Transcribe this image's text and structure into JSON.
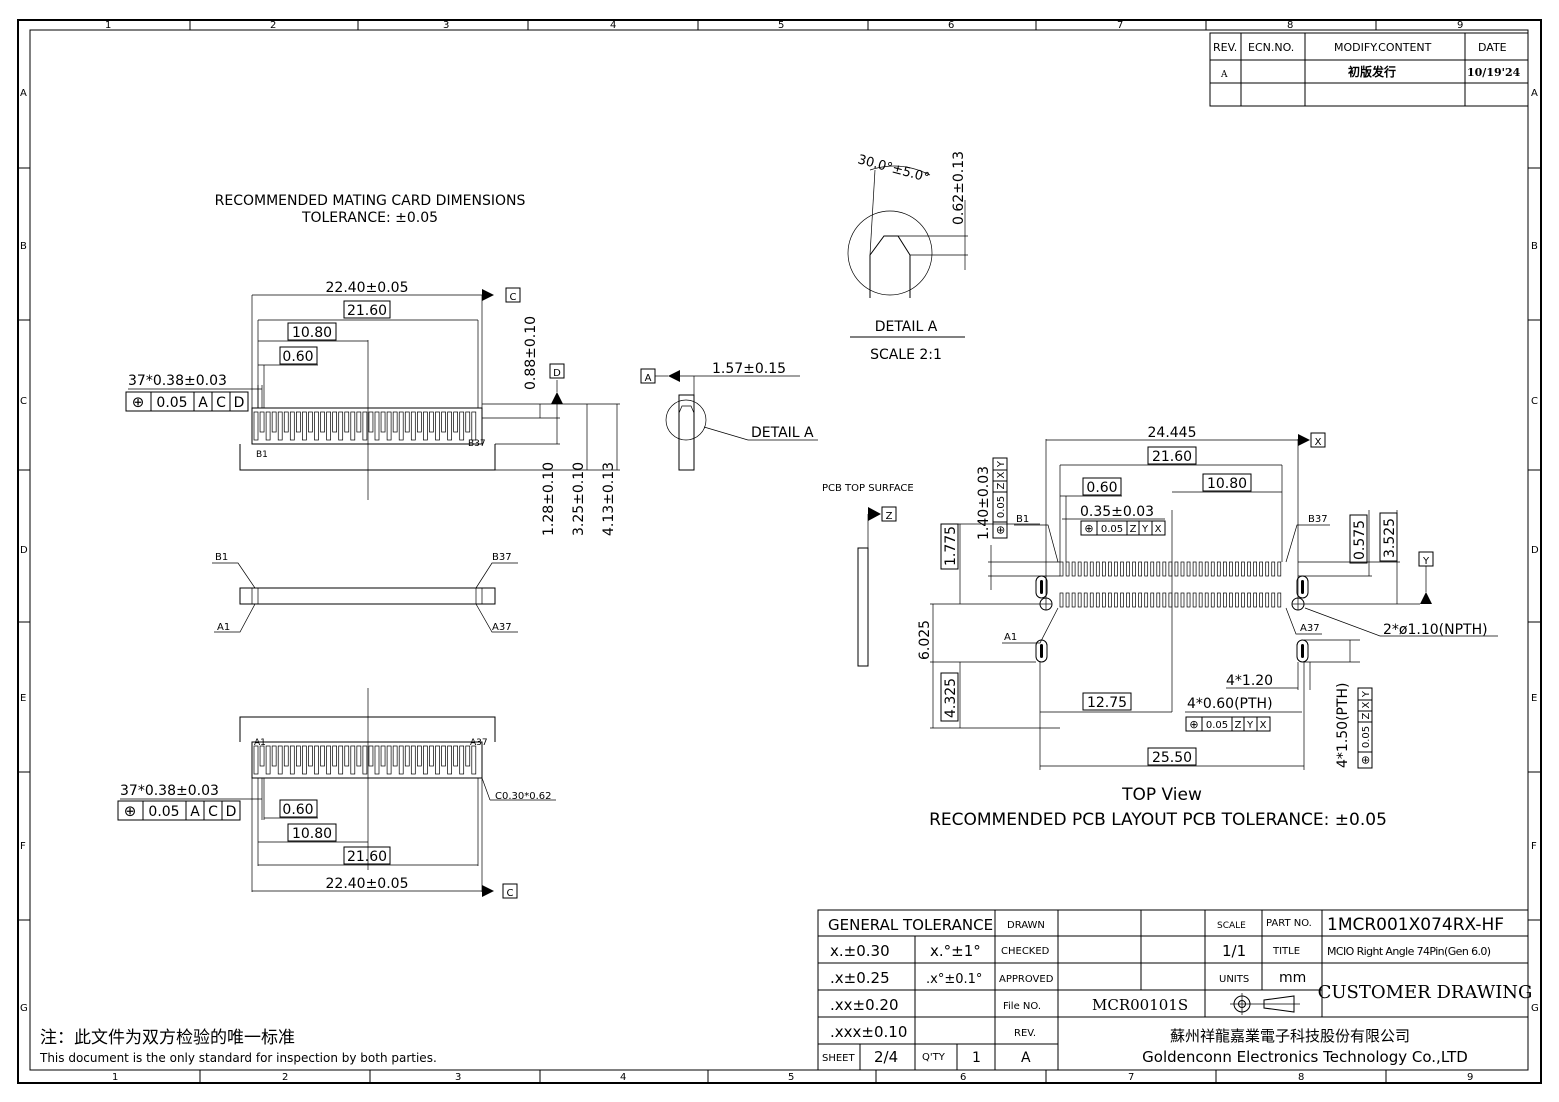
{
  "frame": {
    "col_labels": [
      "1",
      "2",
      "3",
      "4",
      "5",
      "6",
      "7",
      "8",
      "9"
    ],
    "row_labels": [
      "A",
      "B",
      "C",
      "D",
      "E",
      "F",
      "G"
    ]
  },
  "revision_table": {
    "headers": [
      "REV.",
      "ECN.NO.",
      "MODIFY.CONTENT",
      "DATE"
    ],
    "rows": [
      {
        "rev": "A",
        "ecn": "",
        "content": "初版发行",
        "date": "10/19'24"
      }
    ]
  },
  "mating_card": {
    "title": "RECOMMENDED MATING CARD DIMENSIONS",
    "tolerance": "TOLERANCE: ±0.05",
    "dim_overall": "22.40±0.05",
    "dim_basic": "21.60",
    "dim_half": "10.80",
    "dim_offset": "0.60",
    "dim_pitch": "37*0.38±0.03",
    "fcf_sym": "⊕",
    "fcf_val": "0.05",
    "fcf_a": "A",
    "fcf_c": "C",
    "fcf_d": "D",
    "datum_c": "C",
    "datum_d": "D",
    "dim_088": "0.88±0.10",
    "dim_128": "1.28±0.10",
    "dim_325": "3.25±0.10",
    "dim_413": "4.13±0.13",
    "pin_b1": "B1",
    "pin_b37": "B37",
    "pin_a1": "A1",
    "pin_a37": "A37",
    "side_b1": "B1",
    "side_b37": "B37",
    "side_a1": "A1",
    "side_a37": "A37",
    "chamfer": "C0.30*0.62",
    "bottom_offset": "0.60",
    "bottom_half": "10.80",
    "bottom_basic": "21.60",
    "bottom_overall": "22.40±0.05",
    "bottom_pitch": "37*0.38±0.03",
    "bottom_fcf_val": "0.05",
    "bottom_fcf_a": "A",
    "bottom_fcf_c": "C",
    "bottom_fcf_d": "D",
    "bottom_datum_c": "C"
  },
  "side_view": {
    "datum_a": "A",
    "dim_thickness": "1.57±0.15",
    "detail_label": "DETAIL A"
  },
  "detail": {
    "angle": "30.0°±5.0°",
    "dim": "0.62±0.13",
    "title": "DETAIL A",
    "scale": "SCALE 2:1"
  },
  "pcb": {
    "surface_label": "PCB TOP SURFACE",
    "datum_z": "Z",
    "datum_x": "X",
    "datum_y": "Y",
    "dim_24445": "24.445",
    "dim_2160": "21.60",
    "dim_1080": "10.80",
    "dim_060": "0.60",
    "dim_035": "0.35±0.03",
    "fcf_035_val": "0.05",
    "fcf_035_z": "Z",
    "fcf_035_y": "Y",
    "fcf_035_x": "X",
    "dim_140": "1.40±0.03",
    "fcf_140_val": "0.05",
    "fcf_140_z": "Z",
    "fcf_140_x": "X",
    "fcf_140_y": "Y",
    "dim_1775": "1.775",
    "dim_6025": "6.025",
    "dim_4325": "4.325",
    "dim_0575": "0.575",
    "dim_3525": "3.525",
    "npth": "2*ø1.10(NPTH)",
    "dim_4x120": "4*1.20",
    "dim_pth060": "4*0.60(PTH)",
    "fcf_pth060_val": "0.05",
    "fcf_pth060_z": "Z",
    "fcf_pth060_y": "Y",
    "fcf_pth060_x": "X",
    "dim_1275": "12.75",
    "dim_2550": "25.50",
    "dim_pth150": "4*1.50(PTH)",
    "fcf_pth150_val": "0.05",
    "fcf_pth150_z": "Z",
    "fcf_pth150_x": "X",
    "fcf_pth150_y": "Y",
    "pin_b1": "B1",
    "pin_b37": "B37",
    "pin_a1": "A1",
    "pin_a37": "A37",
    "view_title": "TOP View",
    "layout_title": "RECOMMENDED PCB LAYOUT PCB TOLERANCE: ±0.05"
  },
  "note": {
    "cn": "注：此文件为双方检验的唯一标准",
    "en": "This document is the only standard for inspection by both parties."
  },
  "title_block": {
    "general_tolerance": "GENERAL TOLERANCE",
    "tol_x": "x.±0.30",
    "tol_xx": ".x±0.25",
    "tol_xxx": ".xx±0.20",
    "tol_xxxx": ".xxx±0.10",
    "ang_1": "x.°±1°",
    "ang_2": ".x°±0.1°",
    "drawn": "DRAWN",
    "checked": "CHECKED",
    "approved": "APPROVED",
    "file_no": "File NO.",
    "file_no_val": "MCR00101S",
    "rev": "REV.",
    "rev_val": "A",
    "sheet": "SHEET",
    "sheet_val": "2/4",
    "qty": "Q'TY",
    "qty_val": "1",
    "scale": "SCALE",
    "scale_val": "1/1",
    "units": "UNITS",
    "units_val": "mm",
    "part_no": "PART NO.",
    "part_no_val": "1MCR001X074RX-HF",
    "title": "TITLE",
    "title_val": "MCIO Right Angle 74Pin(Gen 6.0)",
    "drawing_type": "CUSTOMER DRAWING",
    "company_cn": "蘇州祥龍嘉業電子科技股份有限公司",
    "company_en": "Goldenconn Electronics Technology Co.,LTD"
  }
}
